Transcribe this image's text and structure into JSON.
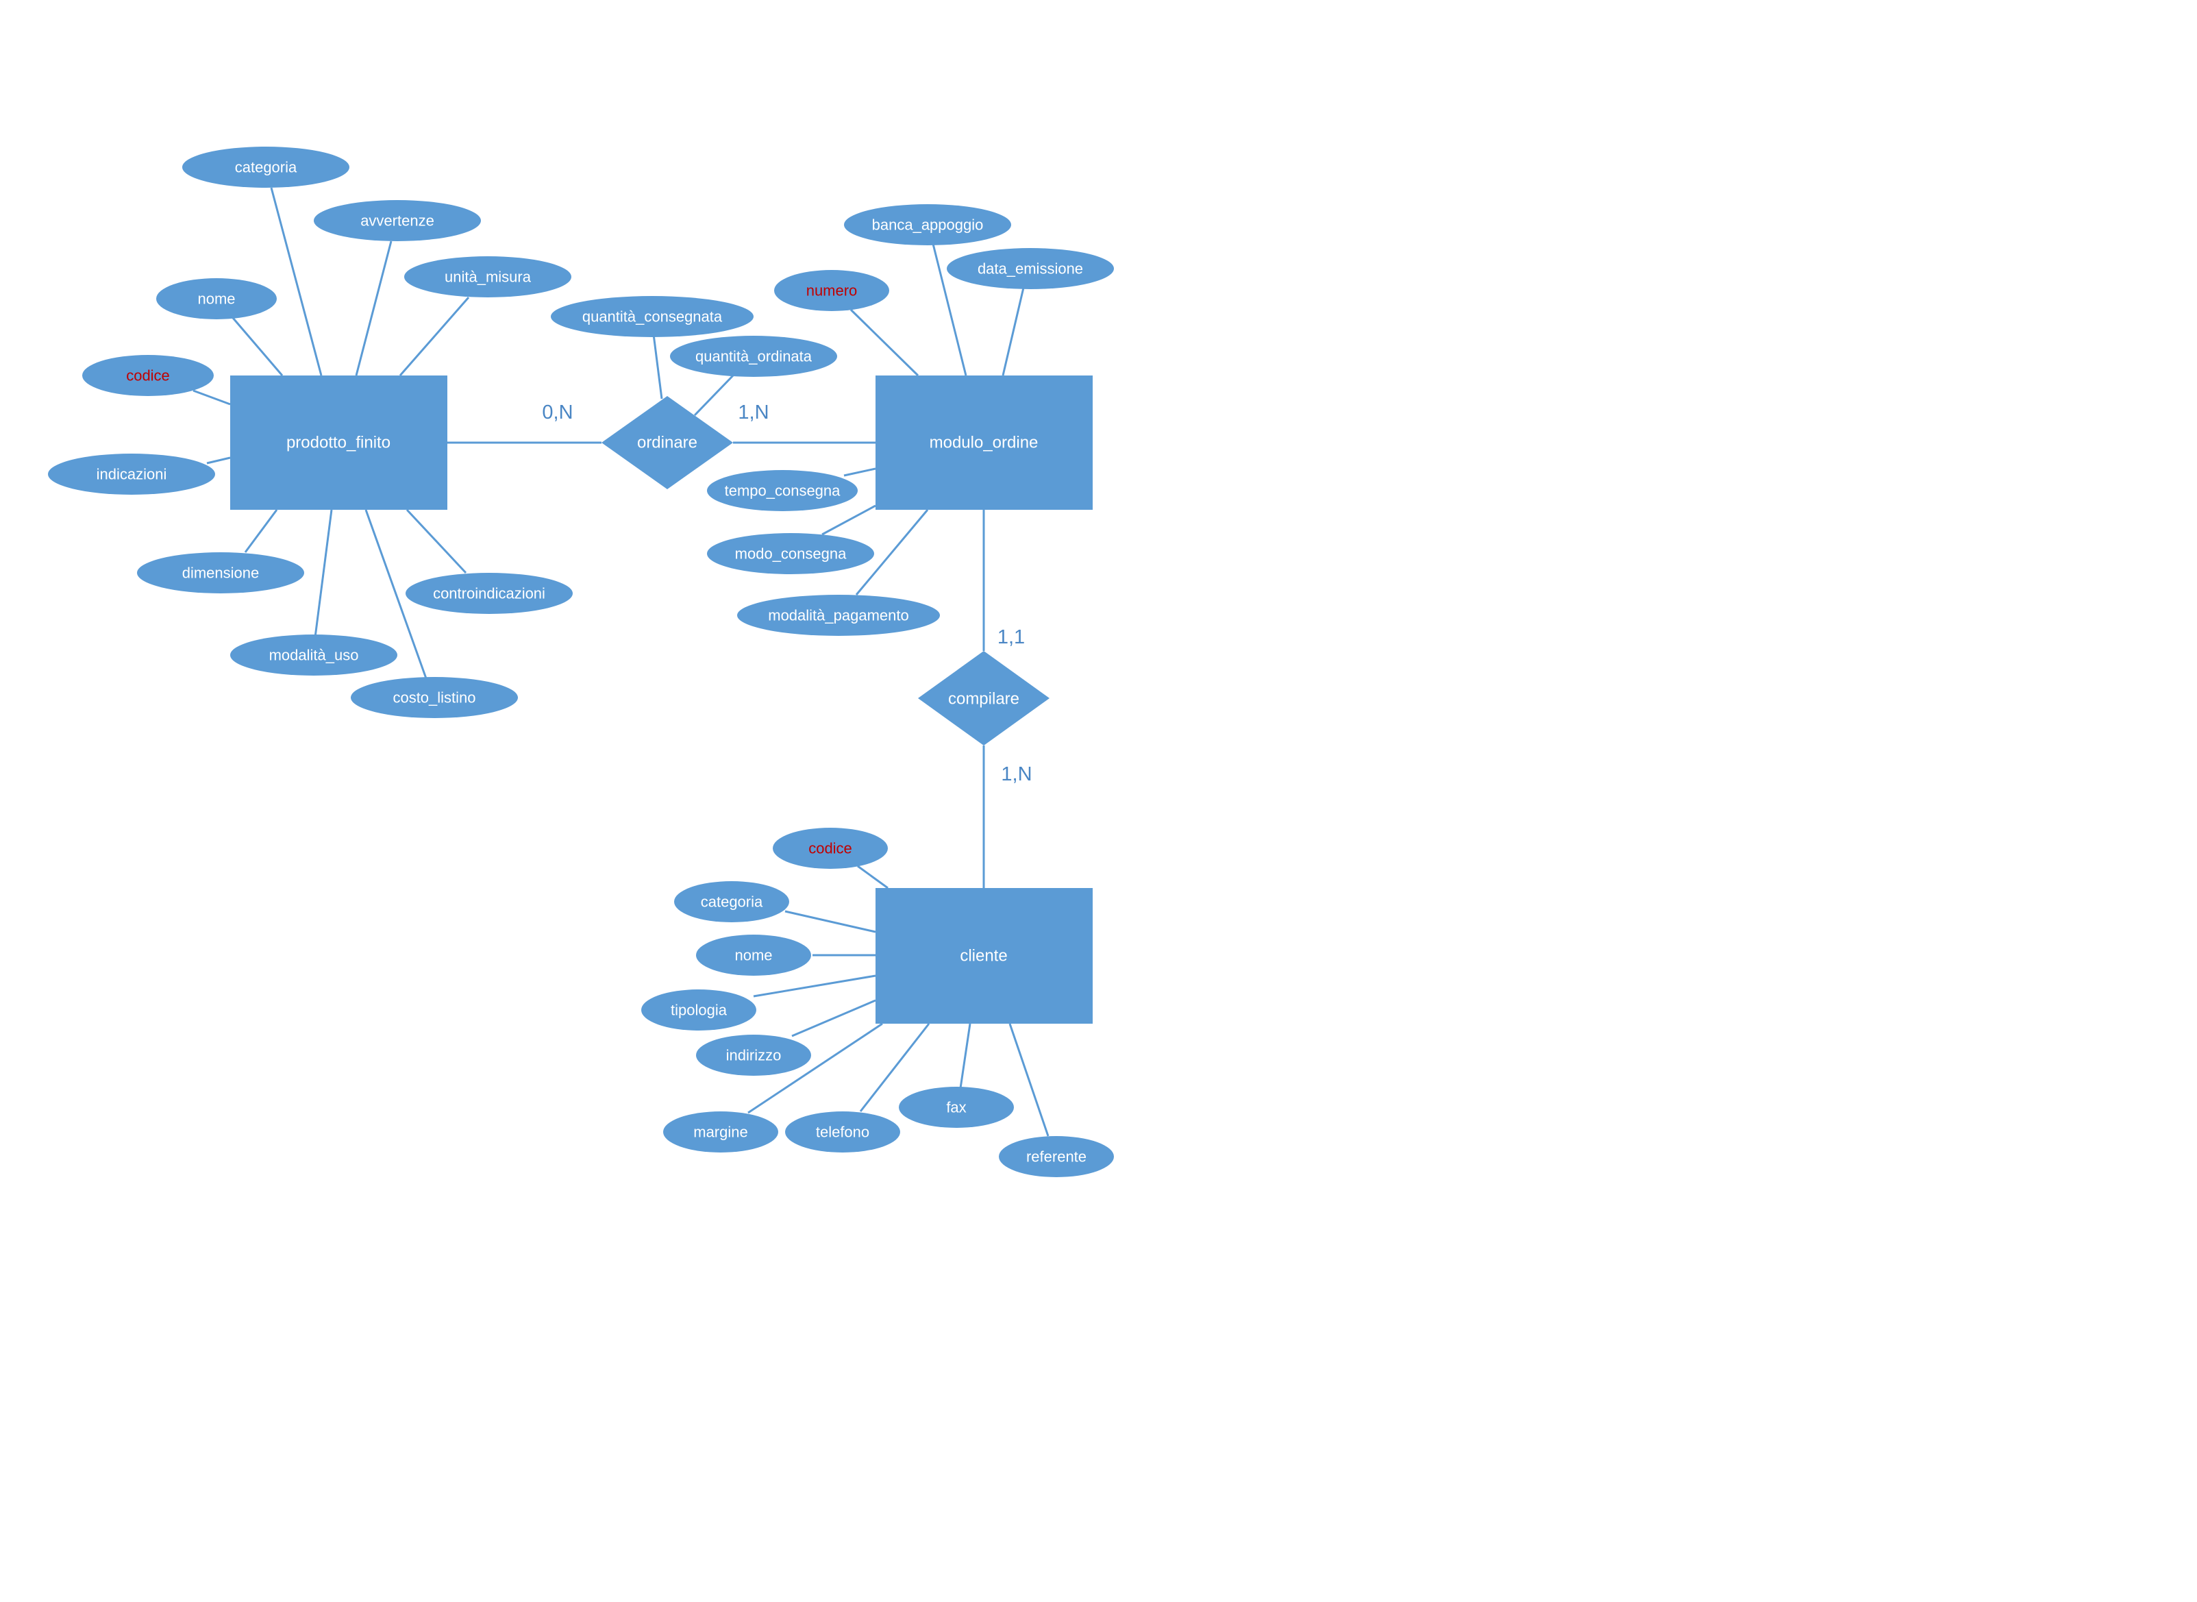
{
  "colors": {
    "shape_fill": "#5b9bd5",
    "line": "#5b9bd5",
    "label_text": "#ffffff",
    "key_text": "#c00000",
    "cardinality_text": "#4a86c4",
    "background": "#ffffff"
  },
  "entities": {
    "prodotto_finito": {
      "label": "prodotto_finito"
    },
    "modulo_ordine": {
      "label": "modulo_ordine"
    },
    "cliente": {
      "label": "cliente"
    }
  },
  "relationships": {
    "ordinare": {
      "label": "ordinare"
    },
    "compilare": {
      "label": "compilare"
    }
  },
  "cardinalities": {
    "prodotto_ordinare": "0,N",
    "ordine_ordinare": "1,N",
    "ordine_compilare": "1,1",
    "cliente_compilare": "1,N"
  },
  "attributes": {
    "prodotto_finito": [
      {
        "label": "categoria",
        "key": false
      },
      {
        "label": "avvertenze",
        "key": false
      },
      {
        "label": "unità_misura",
        "key": false
      },
      {
        "label": "nome",
        "key": false
      },
      {
        "label": "codice",
        "key": true
      },
      {
        "label": "indicazioni",
        "key": false
      },
      {
        "label": "dimensione",
        "key": false
      },
      {
        "label": "controindicazioni",
        "key": false
      },
      {
        "label": "modalità_uso",
        "key": false
      },
      {
        "label": "costo_listino",
        "key": false
      }
    ],
    "ordinare": [
      {
        "label": "quantità_consegnata",
        "key": false
      },
      {
        "label": "quantità_ordinata",
        "key": false
      }
    ],
    "modulo_ordine": [
      {
        "label": "banca_appoggio",
        "key": false
      },
      {
        "label": "data_emissione",
        "key": false
      },
      {
        "label": "numero",
        "key": true
      },
      {
        "label": "tempo_consegna",
        "key": false
      },
      {
        "label": "modo_consegna",
        "key": false
      },
      {
        "label": "modalità_pagamento",
        "key": false
      }
    ],
    "cliente": [
      {
        "label": "codice",
        "key": true
      },
      {
        "label": "categoria",
        "key": false
      },
      {
        "label": "nome",
        "key": false
      },
      {
        "label": "tipologia",
        "key": false
      },
      {
        "label": "indirizzo",
        "key": false
      },
      {
        "label": "margine",
        "key": false
      },
      {
        "label": "telefono",
        "key": false
      },
      {
        "label": "fax",
        "key": false
      },
      {
        "label": "referente",
        "key": false
      }
    ]
  }
}
